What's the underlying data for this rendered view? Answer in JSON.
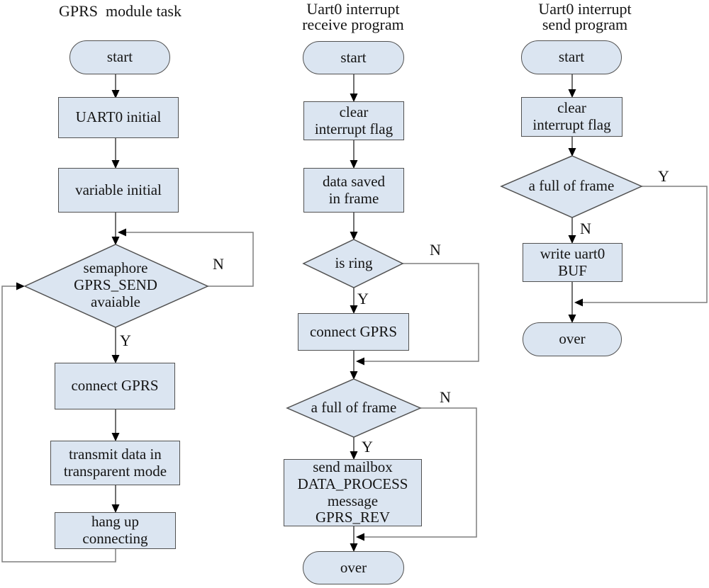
{
  "colors": {
    "node-fill": "#dbe5f1",
    "node-border": "#515151",
    "connector": "#7f7f7f",
    "arrow-line": "#404040",
    "arrowhead": "#000000",
    "text": "#141414",
    "background": "#ffffff"
  },
  "flowcharts": {
    "gprs_task": {
      "title": "GPRS  module task",
      "start": "start",
      "uart0_initial": "UART0 initial",
      "variable_initial": "variable initial",
      "semaphore_decision": "semaphore\nGPRS_SEND\navaiable",
      "semaphore_n": "N",
      "semaphore_y": "Y",
      "connect_gprs": "connect GPRS",
      "transmit": "transmit data in\ntransparent mode",
      "hang_up": "hang up\nconnecting"
    },
    "uart0_receive": {
      "title": "Uart0 interrupt\nreceive program",
      "start": "start",
      "clear_flag": "clear\ninterrupt flag",
      "data_saved": "data saved\nin frame",
      "is_ring": "is ring",
      "is_ring_n": "N",
      "is_ring_y": "Y",
      "connect_gprs": "connect GPRS",
      "full_frame": "a full of frame",
      "full_frame_n": "N",
      "full_frame_y": "Y",
      "send_mailbox": "send mailbox\nDATA_PROCESS\nmessage\nGPRS_REV",
      "over": "over"
    },
    "uart0_send": {
      "title": "Uart0 interrupt\nsend program",
      "start": "start",
      "clear_flag": "clear\ninterrupt flag",
      "full_frame": "a full of frame",
      "full_frame_y": "Y",
      "full_frame_n": "N",
      "write_buf": "write uart0\nBUF",
      "over": "over"
    }
  }
}
